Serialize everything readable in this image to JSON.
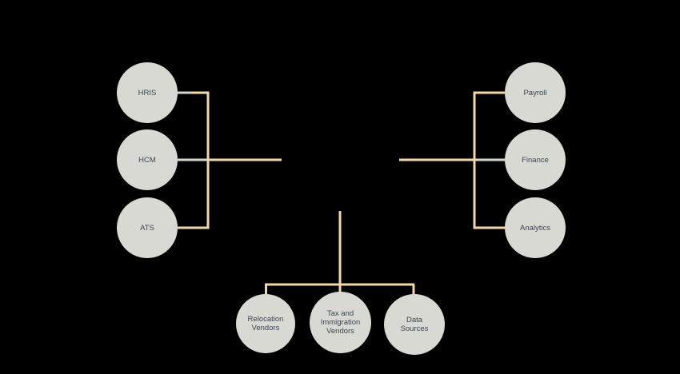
{
  "diagram": {
    "colors": {
      "background": "#000000",
      "node_fill": "#d8d9d2",
      "node_text": "#3a4553",
      "connector": "#f2d8a8",
      "connector_node_link": "#d6d7ce"
    },
    "nodes": {
      "hris": "HRIS",
      "hcm": "HCM",
      "ats": "ATS",
      "payroll": "Payroll",
      "finance": "Finance",
      "analytics": "Analytics",
      "relocation": [
        "Relocation",
        "Vendors"
      ],
      "tax": [
        "Tax and",
        "Immigration",
        "Vendors"
      ],
      "data_sources": [
        "Data",
        "Sources"
      ]
    }
  }
}
